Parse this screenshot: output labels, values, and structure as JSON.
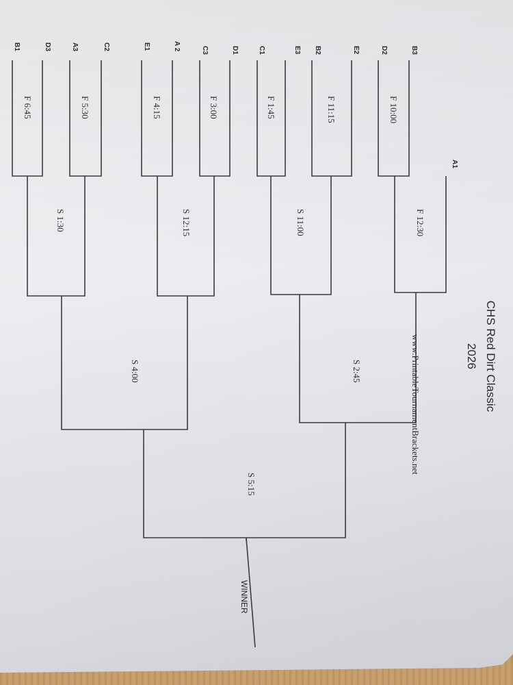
{
  "title": "CHS Red Dirt Classic",
  "year": "2026",
  "website": "www.PrintableTournamentBrackets.net",
  "winner_label": "WINNER",
  "seeds": [
    "B3",
    "D2",
    "E2",
    "B2",
    "E3",
    "C1",
    "D1",
    "C3",
    "A 2",
    "E1",
    "C2",
    "A3",
    "D3",
    "B1"
  ],
  "bye_seed": "A1",
  "round1_games": [
    "F 10:00",
    "F 11:15",
    "F 1:45",
    "F 3:00",
    "F 4:15",
    "F 5:30",
    "F 6:45"
  ],
  "round2_games": [
    "F 12:30",
    "S 11:00",
    "S 12:15",
    "S 1:30"
  ],
  "semi_games": [
    "S 2:45",
    "S 4:00"
  ],
  "final_game": "S 5:15"
}
